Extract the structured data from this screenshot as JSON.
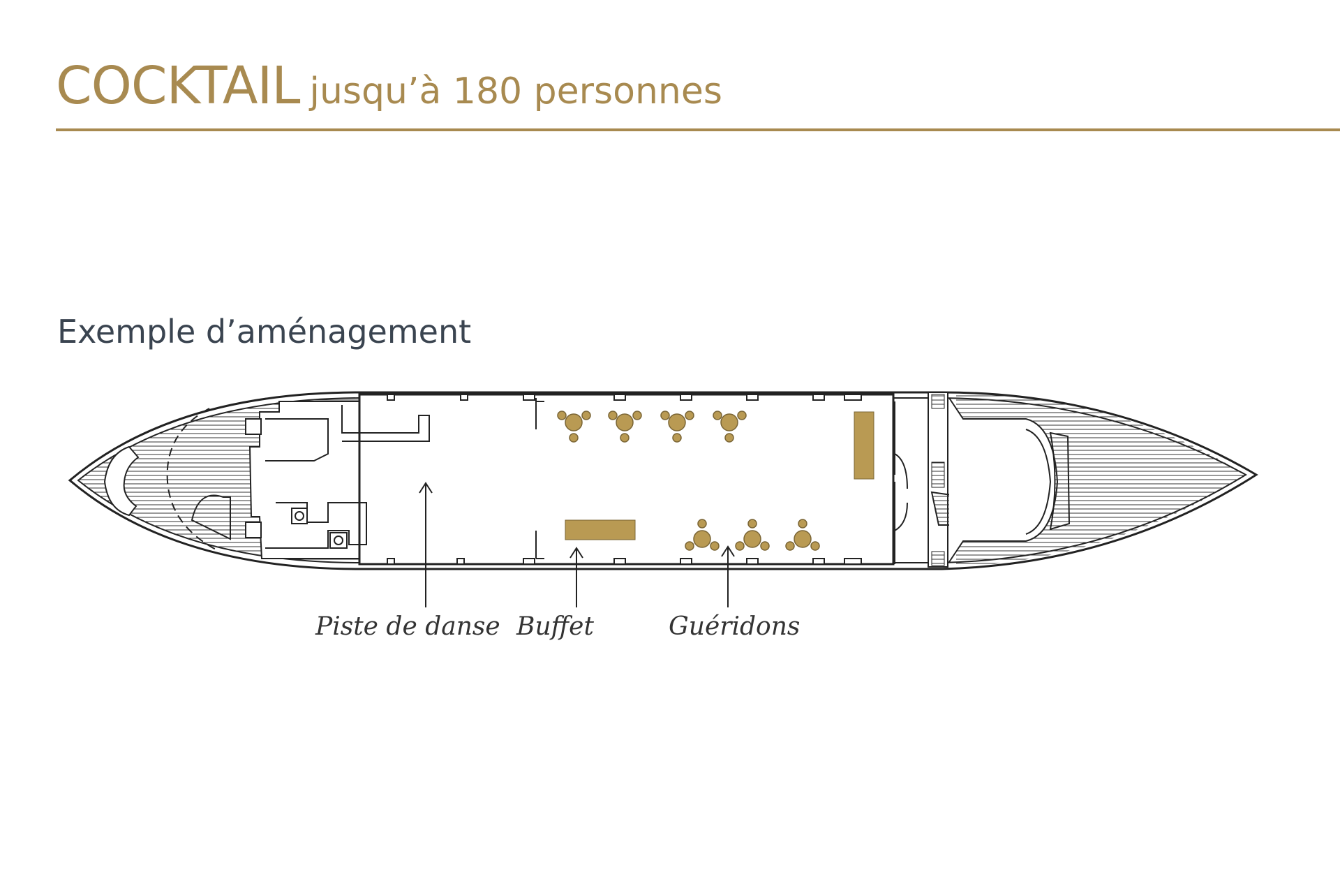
{
  "header": {
    "title": "COCKTAIL",
    "capacity": "jusqu’à 180 personnes"
  },
  "subtitle": "Exemple d’aménagement",
  "labels": {
    "dance_floor": "Piste de danse",
    "buffet": "Buffet",
    "tables": "Guéridons"
  },
  "colors": {
    "accent": "#a88a50",
    "furniture": "#b99a53",
    "line": "#222222",
    "text": "#3a4450"
  }
}
